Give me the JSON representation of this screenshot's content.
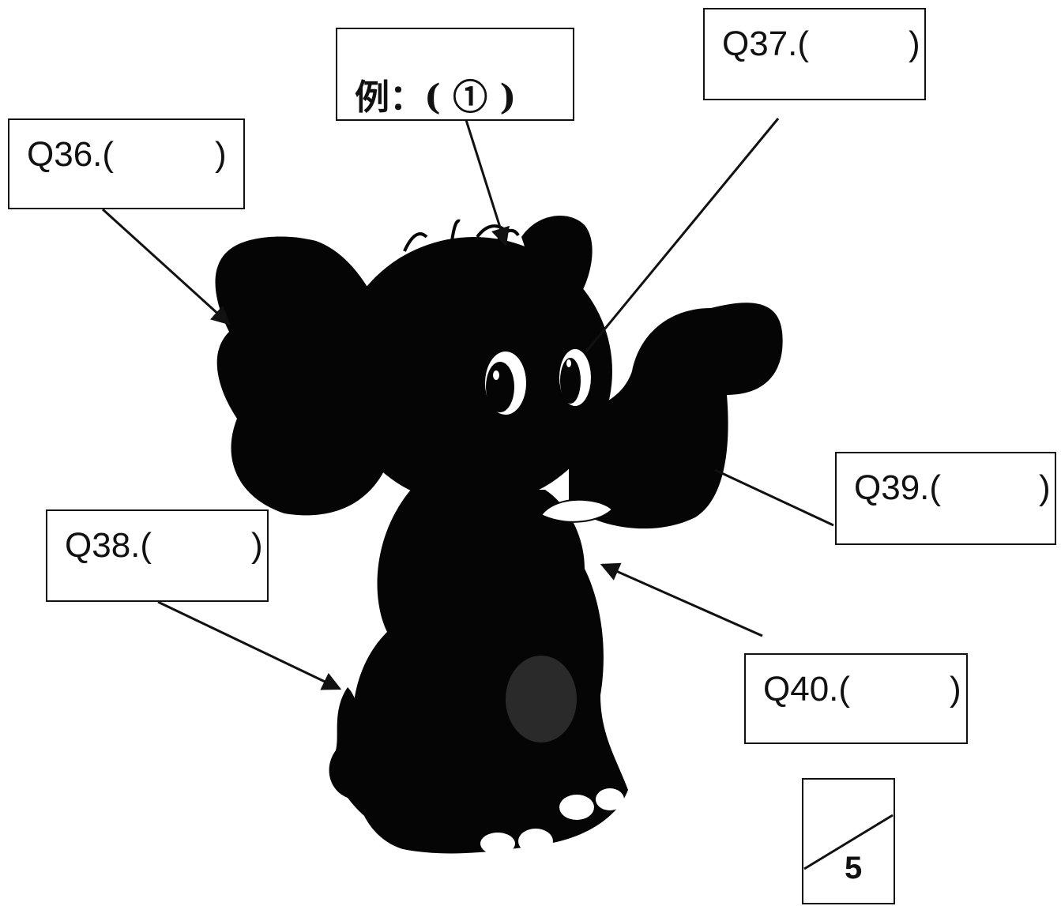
{
  "example_label": "例：( ① )",
  "questions": [
    {
      "id": "Q36",
      "text": "Q36.(",
      "close": ")"
    },
    {
      "id": "Q37",
      "text": "Q37.(",
      "close": ")"
    },
    {
      "id": "Q38",
      "text": "Q38.(",
      "close": ")"
    },
    {
      "id": "Q39",
      "text": "Q39.(",
      "close": ")"
    },
    {
      "id": "Q40",
      "text": "Q40.(",
      "close": ")"
    }
  ],
  "page_score": "5",
  "colors": {
    "ink": "#111111",
    "paper": "#ffffff"
  }
}
